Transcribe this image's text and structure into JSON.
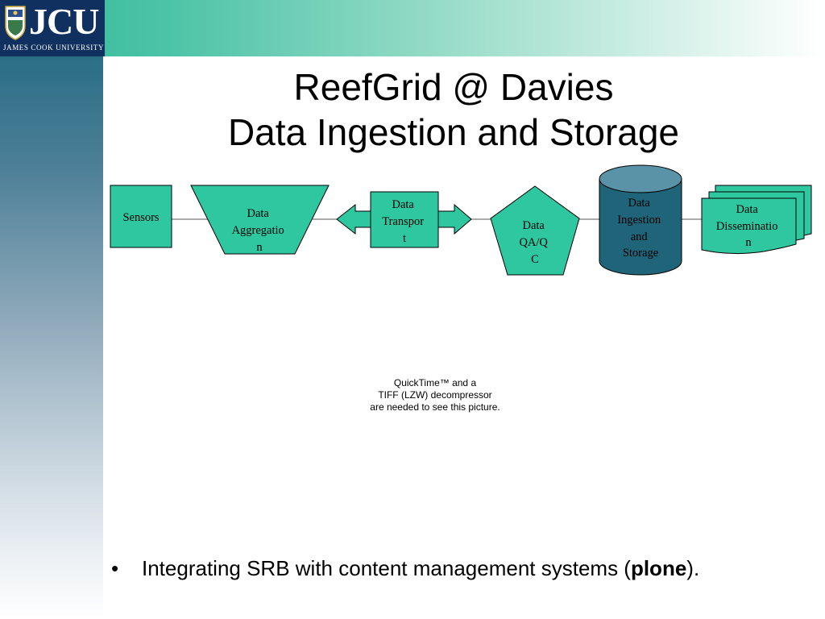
{
  "header": {
    "logo_mark": "JCU",
    "logo_university": "James Cook University"
  },
  "title": {
    "line1": "ReefGrid @ Davies",
    "line2": "Data Ingestion and Storage"
  },
  "colors": {
    "shape_fill": "#2ec7a0",
    "storage_fill": "#1f6478",
    "storage_top": "#5a93a8"
  },
  "diagram": {
    "nodes": {
      "sensors": [
        "Sensors"
      ],
      "aggregation": [
        "Data",
        "Aggregatio",
        "n"
      ],
      "transport": [
        "Data",
        "Transpor",
        "t"
      ],
      "qaqc": [
        "Data",
        "QA/Q",
        "C"
      ],
      "storage": [
        "Data",
        "Ingestion",
        "and",
        "Storage"
      ],
      "dissemination": [
        "Data",
        "Disseminatio",
        "n"
      ]
    }
  },
  "placeholder": {
    "line1": "QuickTime™ and a",
    "line2": "TIFF (LZW) decompressor",
    "line3": "are needed to see this picture."
  },
  "bullets": [
    {
      "marker": "•",
      "text": "Integrating SRB with content management systems (",
      "bold": "plone",
      "tail": ")."
    }
  ]
}
